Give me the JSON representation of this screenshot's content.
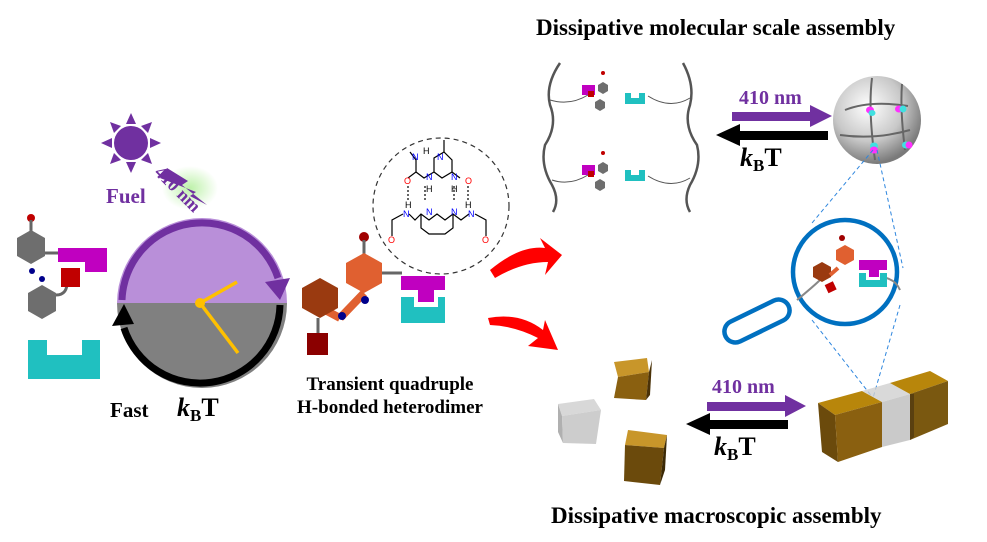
{
  "titles": {
    "molecular": "Dissipative molecular scale assembly",
    "macroscopic": "Dissipative macroscopic assembly"
  },
  "labels": {
    "fuel": "Fuel",
    "wavelength_diagonal": "410 nm",
    "fast": "Fast",
    "kbt_k": "k",
    "kbt_sub": "B",
    "kbt_T": "T",
    "heterodimer_line1": "Transient quadruple",
    "heterodimer_line2": "H-bonded heterodimer",
    "molecular_forward": "410 nm",
    "macro_forward": "410 nm"
  },
  "chem_atoms": {
    "N": "N",
    "H": "H",
    "O": "O"
  },
  "colors": {
    "purple": "#7030a0",
    "light_purple": "#b98fd9",
    "clock_gray": "#808080",
    "clock_hand": "#ffc000",
    "magenta": "#c000c0",
    "cyan": "#20c0c0",
    "red_arrow": "#ff0000",
    "brick": "#9a3a10",
    "orange": "#e06030",
    "gold_cube": "#b8860b",
    "lens_blue": "#0070c0",
    "dashed_blue": "#2e86de"
  }
}
